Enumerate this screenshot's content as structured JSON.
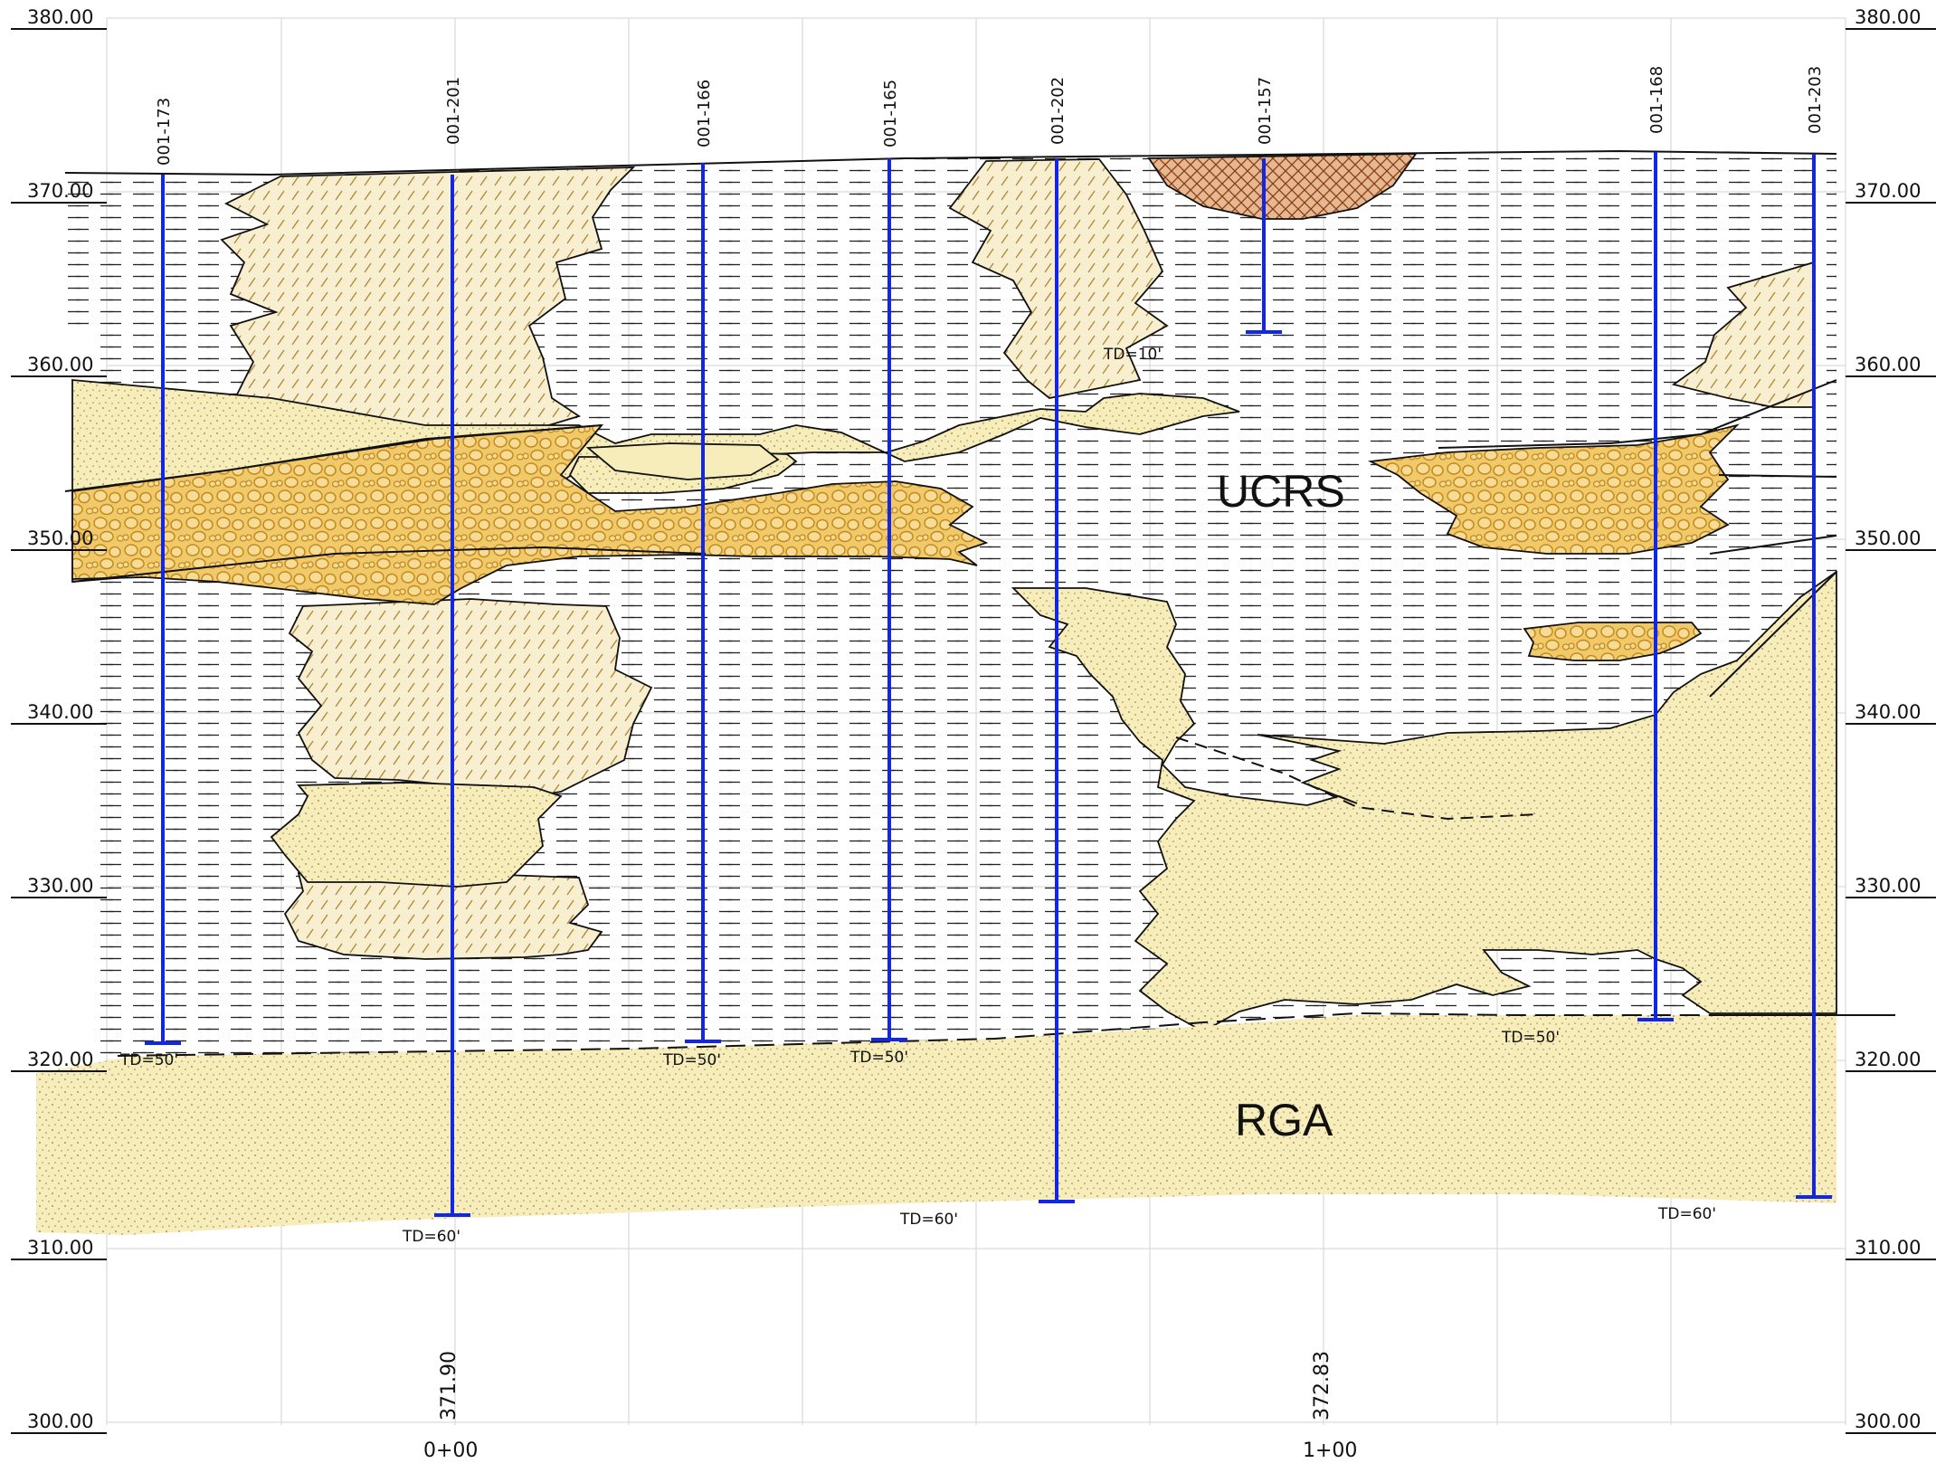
{
  "section": {
    "elevation_labels": [
      "380.00",
      "370.00",
      "360.00",
      "350.00",
      "340.00",
      "330.00",
      "320.00",
      "310.00",
      "300.00"
    ],
    "station_labels": [
      "0+00",
      "1+00"
    ],
    "ground_elevations": [
      "371.90",
      "372.83"
    ],
    "zones": {
      "upper": "UCRS",
      "lower": "RGA"
    },
    "wells": [
      {
        "id": "001-173",
        "td": "TD=50'"
      },
      {
        "id": "001-201",
        "td": "TD=60'"
      },
      {
        "id": "001-166",
        "td": "TD=50'"
      },
      {
        "id": "001-165",
        "td": "TD=50'"
      },
      {
        "id": "001-202",
        "td": "TD=60'"
      },
      {
        "id": "001-157",
        "td": "TD=10'"
      },
      {
        "id": "001-168",
        "td": "TD=50'"
      },
      {
        "id": "001-203",
        "td": "TD=60'"
      }
    ],
    "extra_td_label": "TD=60'",
    "colors": {
      "sand": "#f7edbb",
      "gravel": "#f0c96a",
      "gravel_outline": "#c68a1c",
      "fill_material": "#c47a46",
      "boring": "#1226e6",
      "grid": "#dcdcdc"
    }
  }
}
